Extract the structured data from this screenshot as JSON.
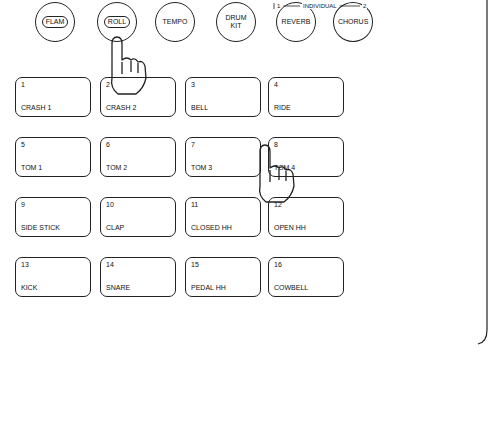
{
  "diagram": {
    "nodes": [
      {
        "text": [
          "FLAM"
        ]
      },
      {
        "text": [
          "ROLL"
        ]
      },
      {
        "text": [
          "TEMPO"
        ]
      },
      {
        "text": [
          "DRUM KIT"
        ]
      },
      {
        "text": [
          "REVERB"
        ]
      },
      {
        "text": [
          "CHORUS"
        ]
      },
      {
        "text": [
          "1",
          "CRASH 1"
        ]
      },
      {
        "text": [
          "2",
          "CRASH 2"
        ]
      },
      {
        "text": [
          "3",
          "BELL"
        ]
      },
      {
        "text": [
          "4",
          "RIDE"
        ]
      },
      {
        "text": [
          "5",
          "TOM 1"
        ]
      },
      {
        "text": [
          "6",
          "TOM 2"
        ]
      },
      {
        "text": [
          "7",
          "TOM 3"
        ]
      },
      {
        "text": [
          "8",
          "TOM 4"
        ]
      },
      {
        "text": [
          "9",
          "SIDE STICK"
        ]
      },
      {
        "text": [
          "10",
          "CLAP"
        ]
      },
      {
        "text": [
          "11",
          "CLOSED HH"
        ]
      },
      {
        "text": [
          "12",
          "OPEN HH"
        ]
      },
      {
        "text": [
          "13",
          "KICK"
        ]
      },
      {
        "text": [
          "14",
          "SNARE"
        ]
      },
      {
        "text": [
          "15",
          "PEDAL HH"
        ]
      },
      {
        "text": [
          "16",
          "COWBELL"
        ]
      }
    ],
    "labels": [
      "1",
      "INDIVIDUAL",
      "2"
    ]
  }
}
